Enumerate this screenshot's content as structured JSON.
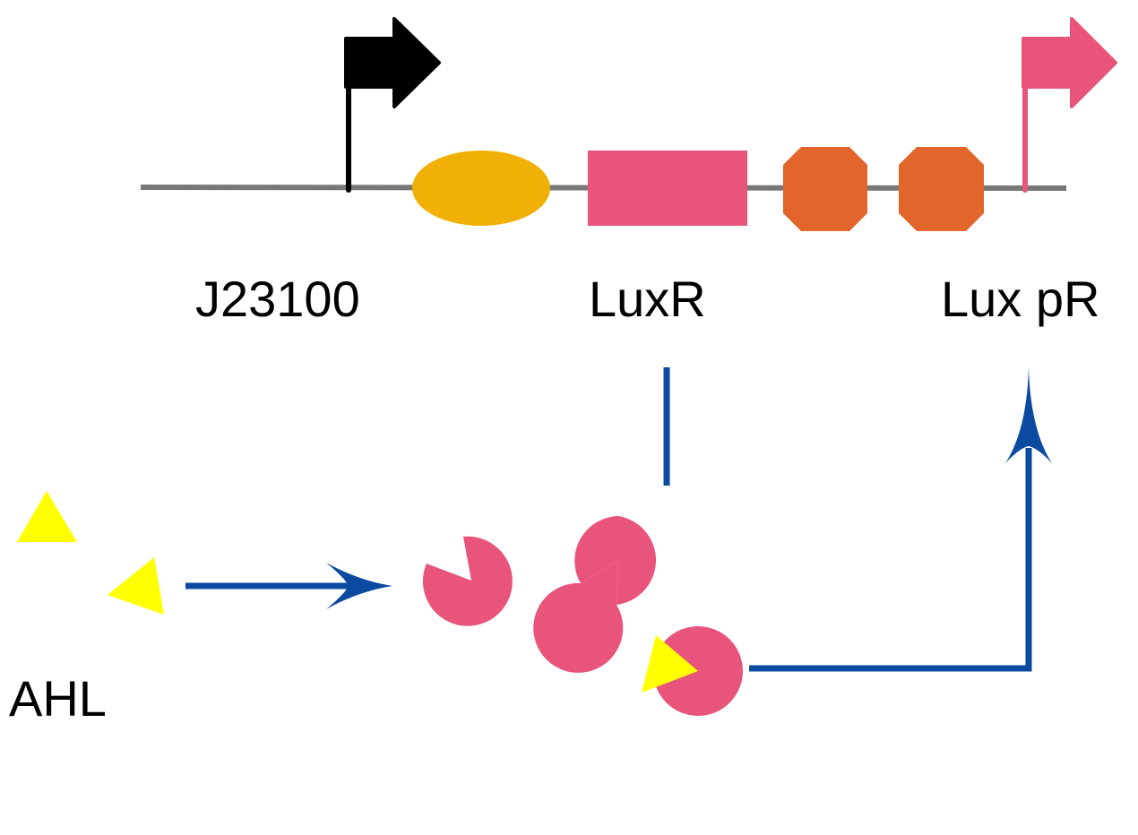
{
  "labels": {
    "promoter": "J23100",
    "gene": "LuxR",
    "target_promoter": "Lux pR",
    "signal": "AHL"
  },
  "colors": {
    "backbone": "#777777",
    "constitutive_promoter": "#000000",
    "rbs": "#f0b005",
    "cds": "#e8547c",
    "terminator": "#e2652c",
    "inducible_promoter": "#e8547c",
    "arrows": "#0b4aa0",
    "ahl": "#ffff00",
    "luxr_protein": "#e8547c"
  }
}
